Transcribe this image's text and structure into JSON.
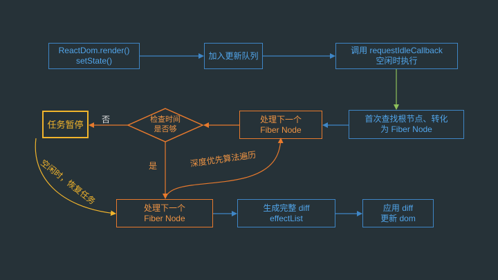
{
  "diagram": {
    "nodes": {
      "render": "ReactDom.render()\nsetState()",
      "queue": "加入更新队列",
      "ric": "调用 requestIdleCallback\n空闲时执行",
      "convert": "首次查找根节点、转化\n为 Fiber Node",
      "next_top": "处理下一个\nFiber Node",
      "check": "检查时间\n是否够",
      "pause": "任务暂停",
      "next_bottom": "处理下一个\nFiber Node",
      "diff": "生成完整 diff\neffectList",
      "apply": "应用 diff\n更新 dom"
    },
    "edge_labels": {
      "no": "否",
      "yes": "是",
      "dfs": "深度优先算法遍历",
      "resume": "空闲时，恢复任务"
    },
    "colors": {
      "background": "#263238",
      "blue": "#3f86c6",
      "orange": "#e87a2d",
      "yellow": "#f2b52c",
      "green": "#8fc15b"
    }
  }
}
